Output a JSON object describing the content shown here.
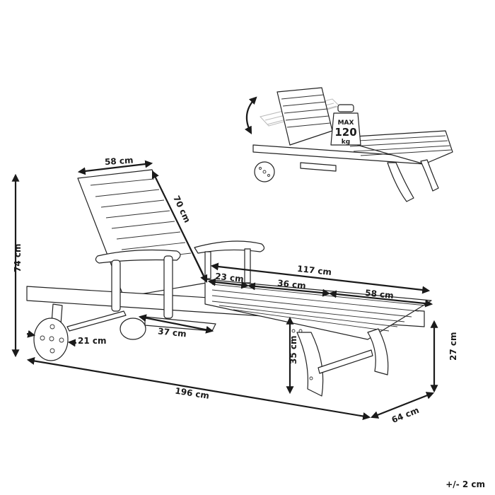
{
  "diagram": {
    "subject": "wooden sun lounger with wheels",
    "dimensions": {
      "backrest_width": "58 cm",
      "backrest_length": "70 cm",
      "total_height": "74 cm",
      "bed_length_total": "117 cm",
      "segment_1": "23 cm",
      "segment_2": "36 cm",
      "segment_3": "58 cm",
      "tray_length": "37 cm",
      "wheel_diameter": "21 cm",
      "total_length": "196 cm",
      "seat_height": "35 cm",
      "foot_height": "27 cm",
      "width": "64 cm"
    },
    "load_badge": {
      "line1": "MAX",
      "line2": "120",
      "line3": "kg"
    },
    "tolerance": "+/- 2 cm"
  }
}
